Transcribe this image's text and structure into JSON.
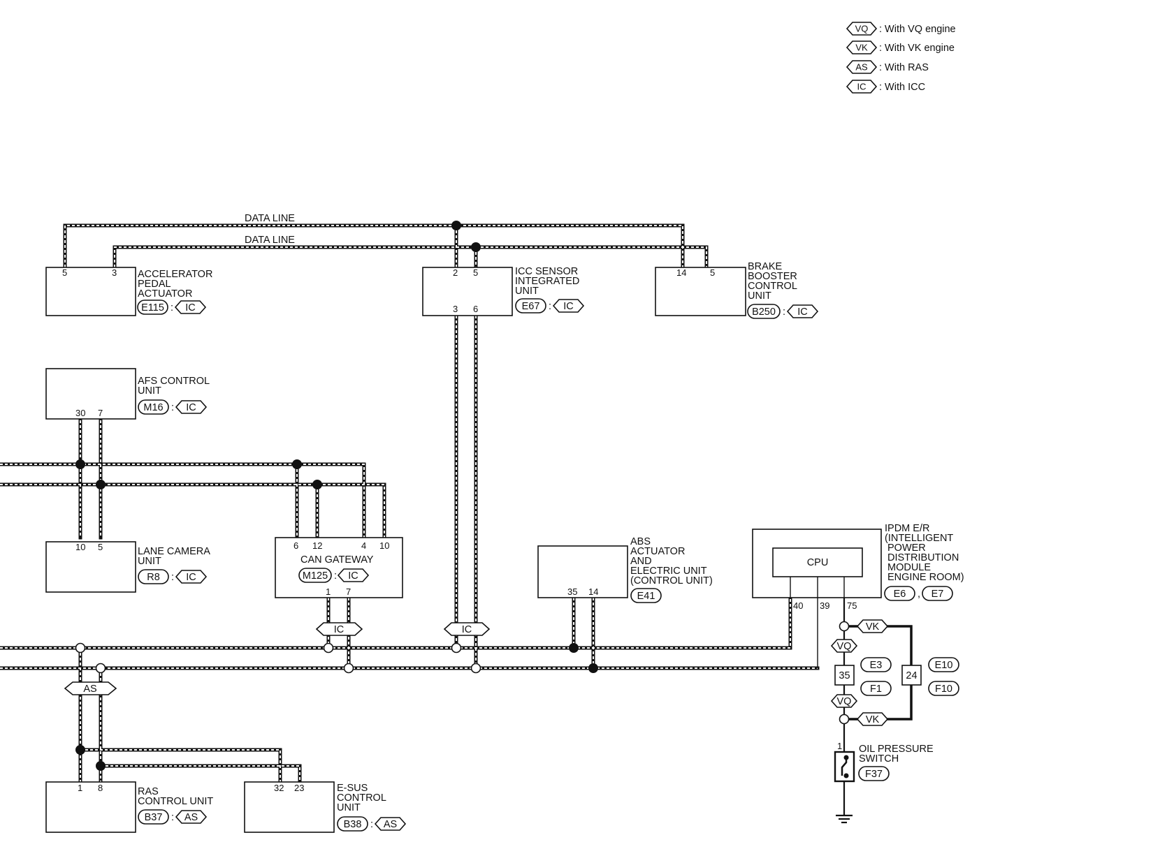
{
  "legend": [
    {
      "tag": "VQ",
      "text": ": With VQ engine"
    },
    {
      "tag": "VK",
      "text": ": With VK engine"
    },
    {
      "tag": "AS",
      "text": ": With RAS"
    },
    {
      "tag": "IC",
      "text": ": With ICC"
    }
  ],
  "bus_labels": {
    "data_line_1": "DATA LINE",
    "data_line_2": "DATA LINE"
  },
  "units": {
    "accel": {
      "name": [
        "ACCELERATOR",
        "PEDAL",
        "ACTUATOR"
      ],
      "connector": "E115",
      "option": "IC",
      "pins": [
        "5",
        "3"
      ]
    },
    "icc": {
      "name": [
        "ICC SENSOR",
        "INTEGRATED",
        "UNIT"
      ],
      "connector": "E67",
      "option": "IC",
      "pins_top": [
        "2",
        "5"
      ],
      "pins_bottom": [
        "3",
        "6"
      ]
    },
    "brake": {
      "name": [
        "BRAKE",
        "BOOSTER",
        "CONTROL",
        "UNIT"
      ],
      "connector": "B250",
      "option": "IC",
      "pins": [
        "14",
        "5"
      ]
    },
    "afs": {
      "name": [
        "AFS CONTROL",
        "UNIT"
      ],
      "connector": "M16",
      "option": "IC",
      "pins": [
        "30",
        "7"
      ]
    },
    "lane": {
      "name": [
        "LANE CAMERA",
        "UNIT"
      ],
      "connector": "R8",
      "option": "IC",
      "pins": [
        "10",
        "5"
      ]
    },
    "gateway": {
      "name": "CAN GATEWAY",
      "connector": "M125",
      "option": "IC",
      "pins_top": [
        "6",
        "12",
        "4",
        "10"
      ],
      "pins_bottom": [
        "1",
        "7"
      ]
    },
    "abs": {
      "name": [
        "ABS",
        "ACTUATOR",
        "AND",
        "ELECTRIC UNIT",
        "(CONTROL UNIT)"
      ],
      "connector": "E41",
      "pins": [
        "35",
        "14"
      ]
    },
    "ipdm": {
      "name": [
        "IPDM E/R",
        "(INTELLIGENT",
        "POWER",
        "DISTRIBUTION",
        "MODULE",
        "ENGINE ROOM)"
      ],
      "cpu": "CPU",
      "connectors": [
        "E6",
        "E7"
      ],
      "pins": [
        "40",
        "39",
        "75"
      ]
    },
    "ras": {
      "name": [
        "RAS",
        "CONTROL UNIT"
      ],
      "connector": "B37",
      "option": "AS",
      "pins": [
        "1",
        "8"
      ]
    },
    "esus": {
      "name": [
        "E-SUS",
        "CONTROL",
        "UNIT"
      ],
      "connector": "B38",
      "option": "AS",
      "pins": [
        "32",
        "23"
      ]
    },
    "oil": {
      "name": [
        "OIL PRESSURE",
        "SWITCH"
      ],
      "connector": "F37",
      "pin": "1"
    }
  },
  "branch_tags": {
    "ic_gateway": "IC",
    "ic_sensor": "IC",
    "as_ras": "AS"
  },
  "ipdm_harness": {
    "vk_top": "VK",
    "vq_top": "VQ",
    "vq_bottom": "VQ",
    "vk_bottom": "VK",
    "j35": {
      "pin": "35",
      "connectors": [
        "E3",
        "F1"
      ]
    },
    "j24": {
      "pin": "24",
      "connectors": [
        "E10",
        "F10"
      ]
    }
  }
}
